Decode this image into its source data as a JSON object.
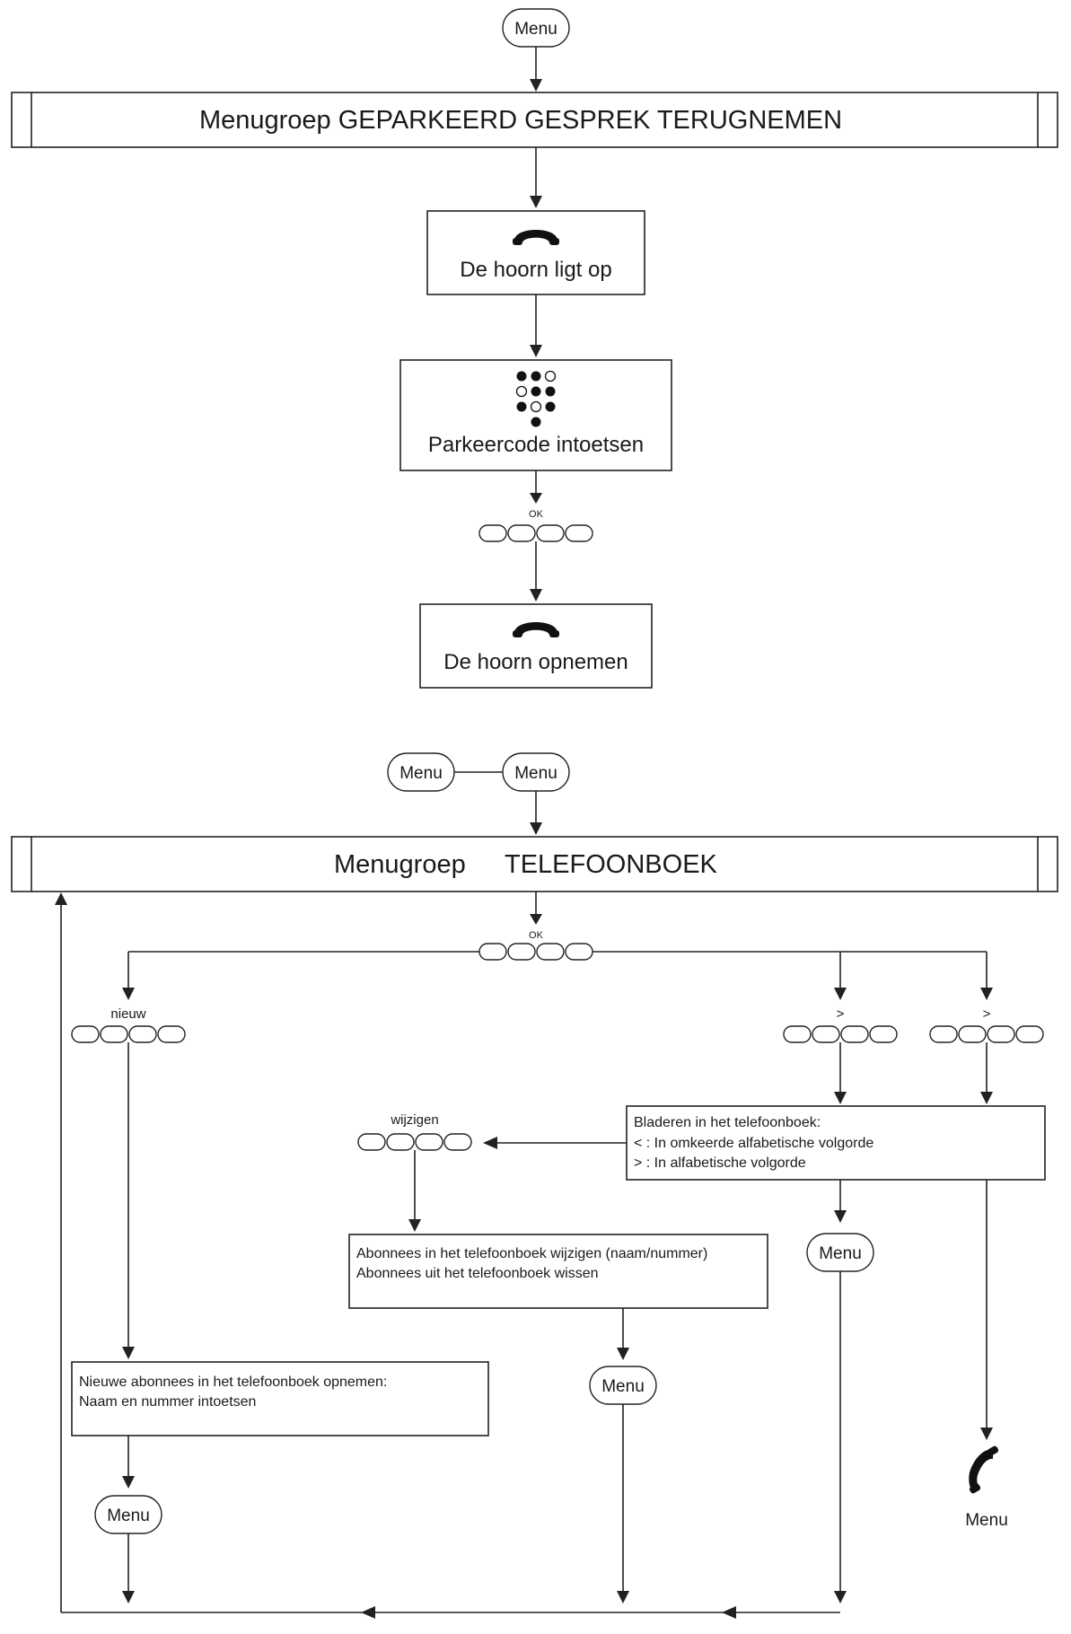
{
  "colors": {
    "ink": "#222222",
    "background": "#ffffff"
  },
  "section1": {
    "start_button": "Menu",
    "group_title": "Menugroep GEPARKEERD GESPREK TERUGNEMEN",
    "step1": {
      "icon": "handset-icon",
      "label": "De hoorn ligt op"
    },
    "step2": {
      "icon": "keypad-icon",
      "label": "Parkeercode intoetsen"
    },
    "softkey_label": "OK",
    "step3": {
      "icon": "handset-icon",
      "label": "De hoorn opnemen"
    }
  },
  "section2": {
    "menu_left": "Menu",
    "menu_right": "Menu",
    "group_title_prefix": "Menugroep",
    "group_title_name": "TELEFOONBOEK",
    "ok_label": "OK",
    "new_label": "nieuw",
    "next_label_1": ">",
    "next_label_2": ">",
    "edit_label": "wijzigen",
    "browse_box": {
      "line1": "Bladeren in het telefoonboek:",
      "line2": "< : In omkeerde alfabetische volgorde",
      "line3": "> : In alfabetische volgorde"
    },
    "edit_box": {
      "line1": "Abonnees in het telefoonboek wijzigen (naam/nummer)",
      "line2": "Abonnees uit het telefoonboek wissen"
    },
    "new_box": {
      "line1": "Nieuwe abonnees in het telefoonboek opnemen:",
      "line2": "Naam en nummer intoetsen"
    },
    "menu_after_browse": "Menu",
    "menu_after_edit": "Menu",
    "menu_after_new": "Menu",
    "handset_menu_label": "Menu"
  }
}
